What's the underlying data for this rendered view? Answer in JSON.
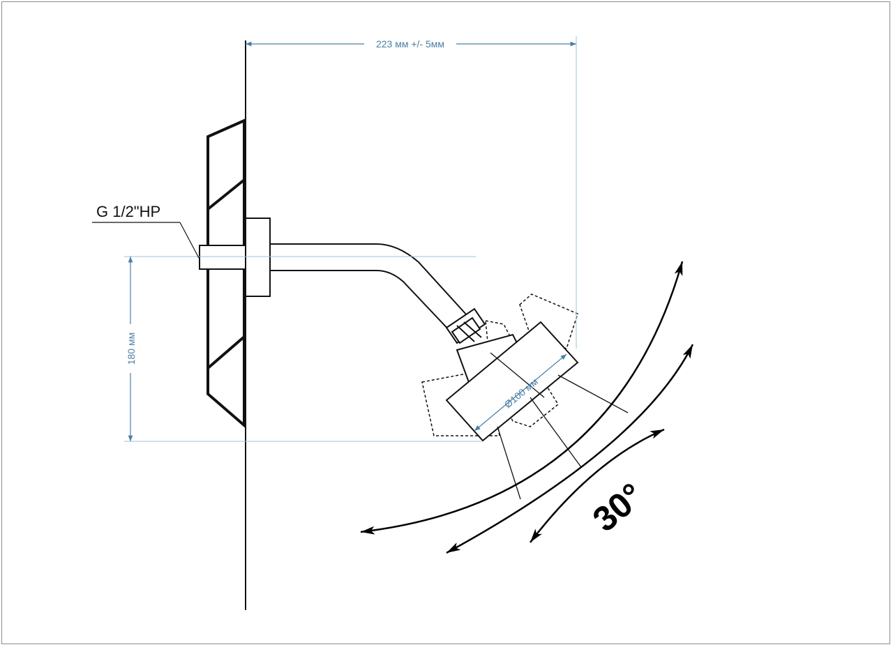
{
  "labels": {
    "width_dimension": "223 мм +/- 5мм",
    "height_dimension": "180 мм",
    "thread": "G 1/2\"HP",
    "diameter": "Ø100 мм",
    "angle": "30°"
  },
  "colors": {
    "dimension": "#4a7fa3",
    "outline": "#111111",
    "frame": "#8c8c8c"
  }
}
